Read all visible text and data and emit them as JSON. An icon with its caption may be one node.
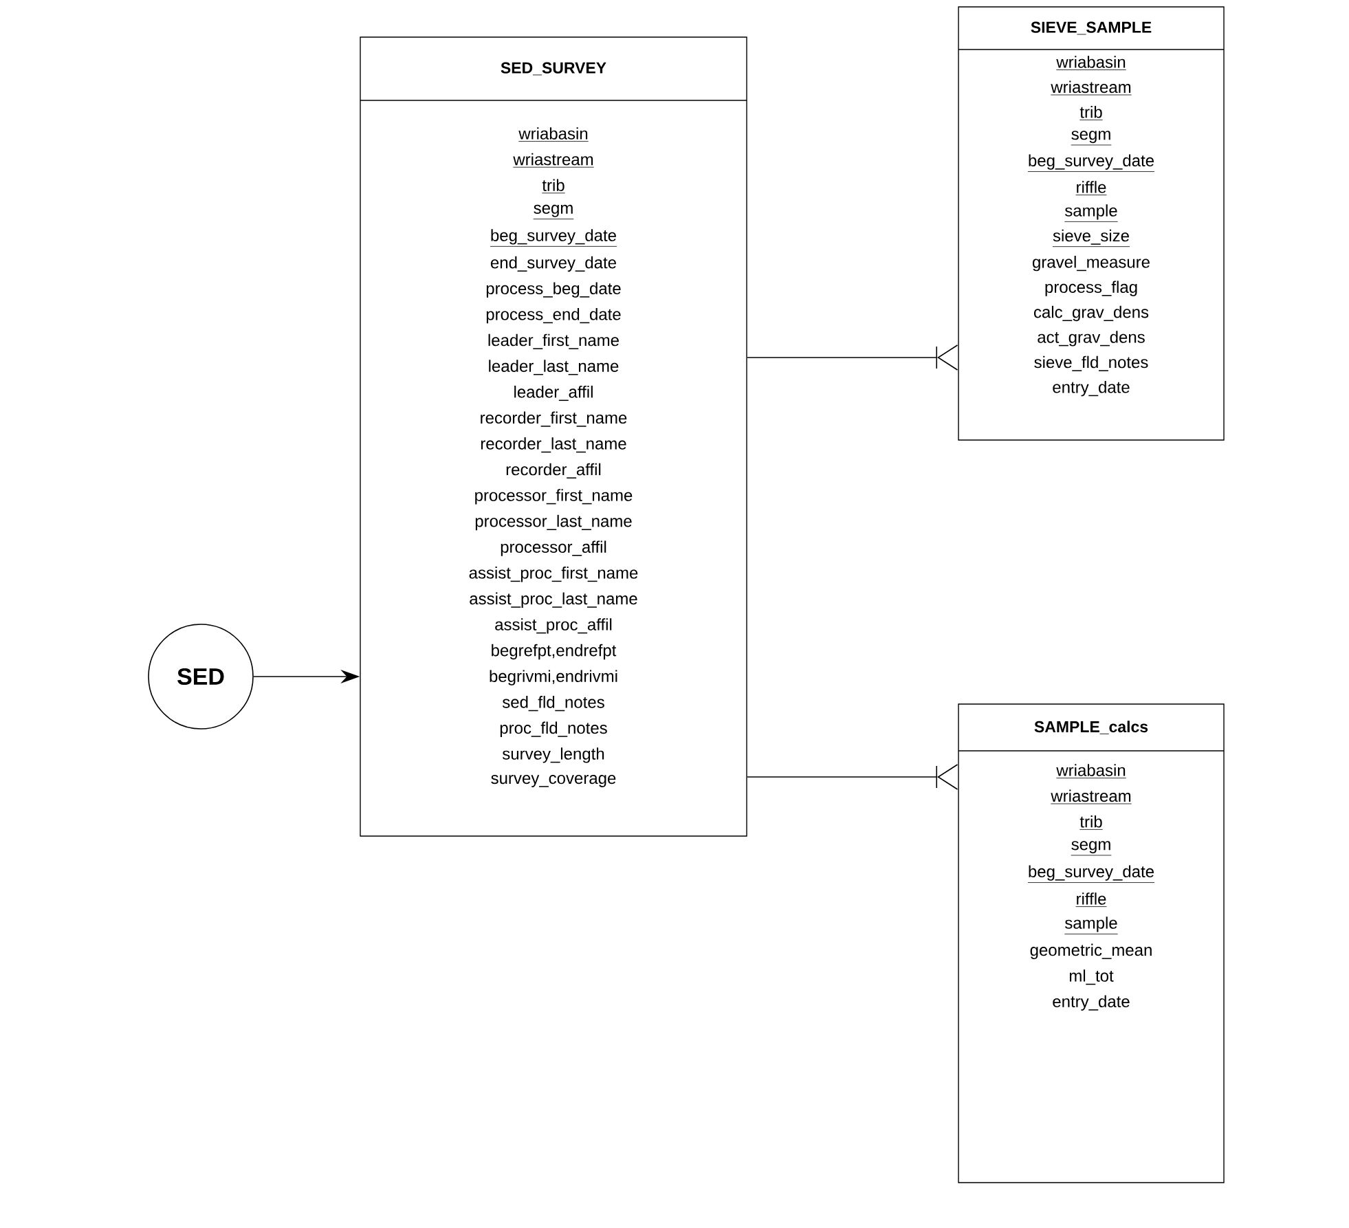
{
  "diagram": {
    "nodes": [
      {
        "text": [
          "SED"
        ]
      },
      {
        "text": [
          "SED_SURVEY",
          "wriabasin",
          "wriastream",
          "trib",
          "segm",
          "beg_survey_date",
          "end_survey_date",
          "process_beg_date",
          "process_end_date",
          "leader_first_name",
          "leader_last_name",
          "leader_affil",
          "recorder_first_name",
          "recorder_last_name",
          "recorder_affil",
          "processor_first_name",
          "processor_last_name",
          "processor_affil",
          "assist_proc_first_name",
          "assist_proc_last_name",
          "assist_proc_affil",
          "begrefpt,endrefpt",
          "begrivmi,endrivmi",
          "sed_fld_notes",
          "proc_fld_notes",
          "survey_length",
          "survey_coverage"
        ]
      },
      {
        "text": [
          "SIEVE_SAMPLE",
          "wriabasin",
          "wriastream",
          "trib",
          "segm",
          "beg_survey_date",
          "riffle",
          "sample",
          "sieve_size",
          "gravel_measure",
          "process_flag",
          "calc_grav_dens",
          "act_grav_dens",
          "sieve_fld_notes",
          "entry_date"
        ]
      },
      {
        "text": [
          "SAMPLE_calcs",
          "wriabasin",
          "wriastream",
          "trib",
          "segm",
          "beg_survey_date",
          "riffle",
          "sample",
          "geometric_mean",
          "ml_tot",
          "entry_date"
        ]
      }
    ],
    "edges": [
      {
        "from": 0,
        "to": 1,
        "arrow": "to"
      },
      {
        "from": 1,
        "to": 2,
        "arrow": "other"
      },
      {
        "from": 1,
        "to": 3,
        "arrow": "other"
      }
    ]
  }
}
